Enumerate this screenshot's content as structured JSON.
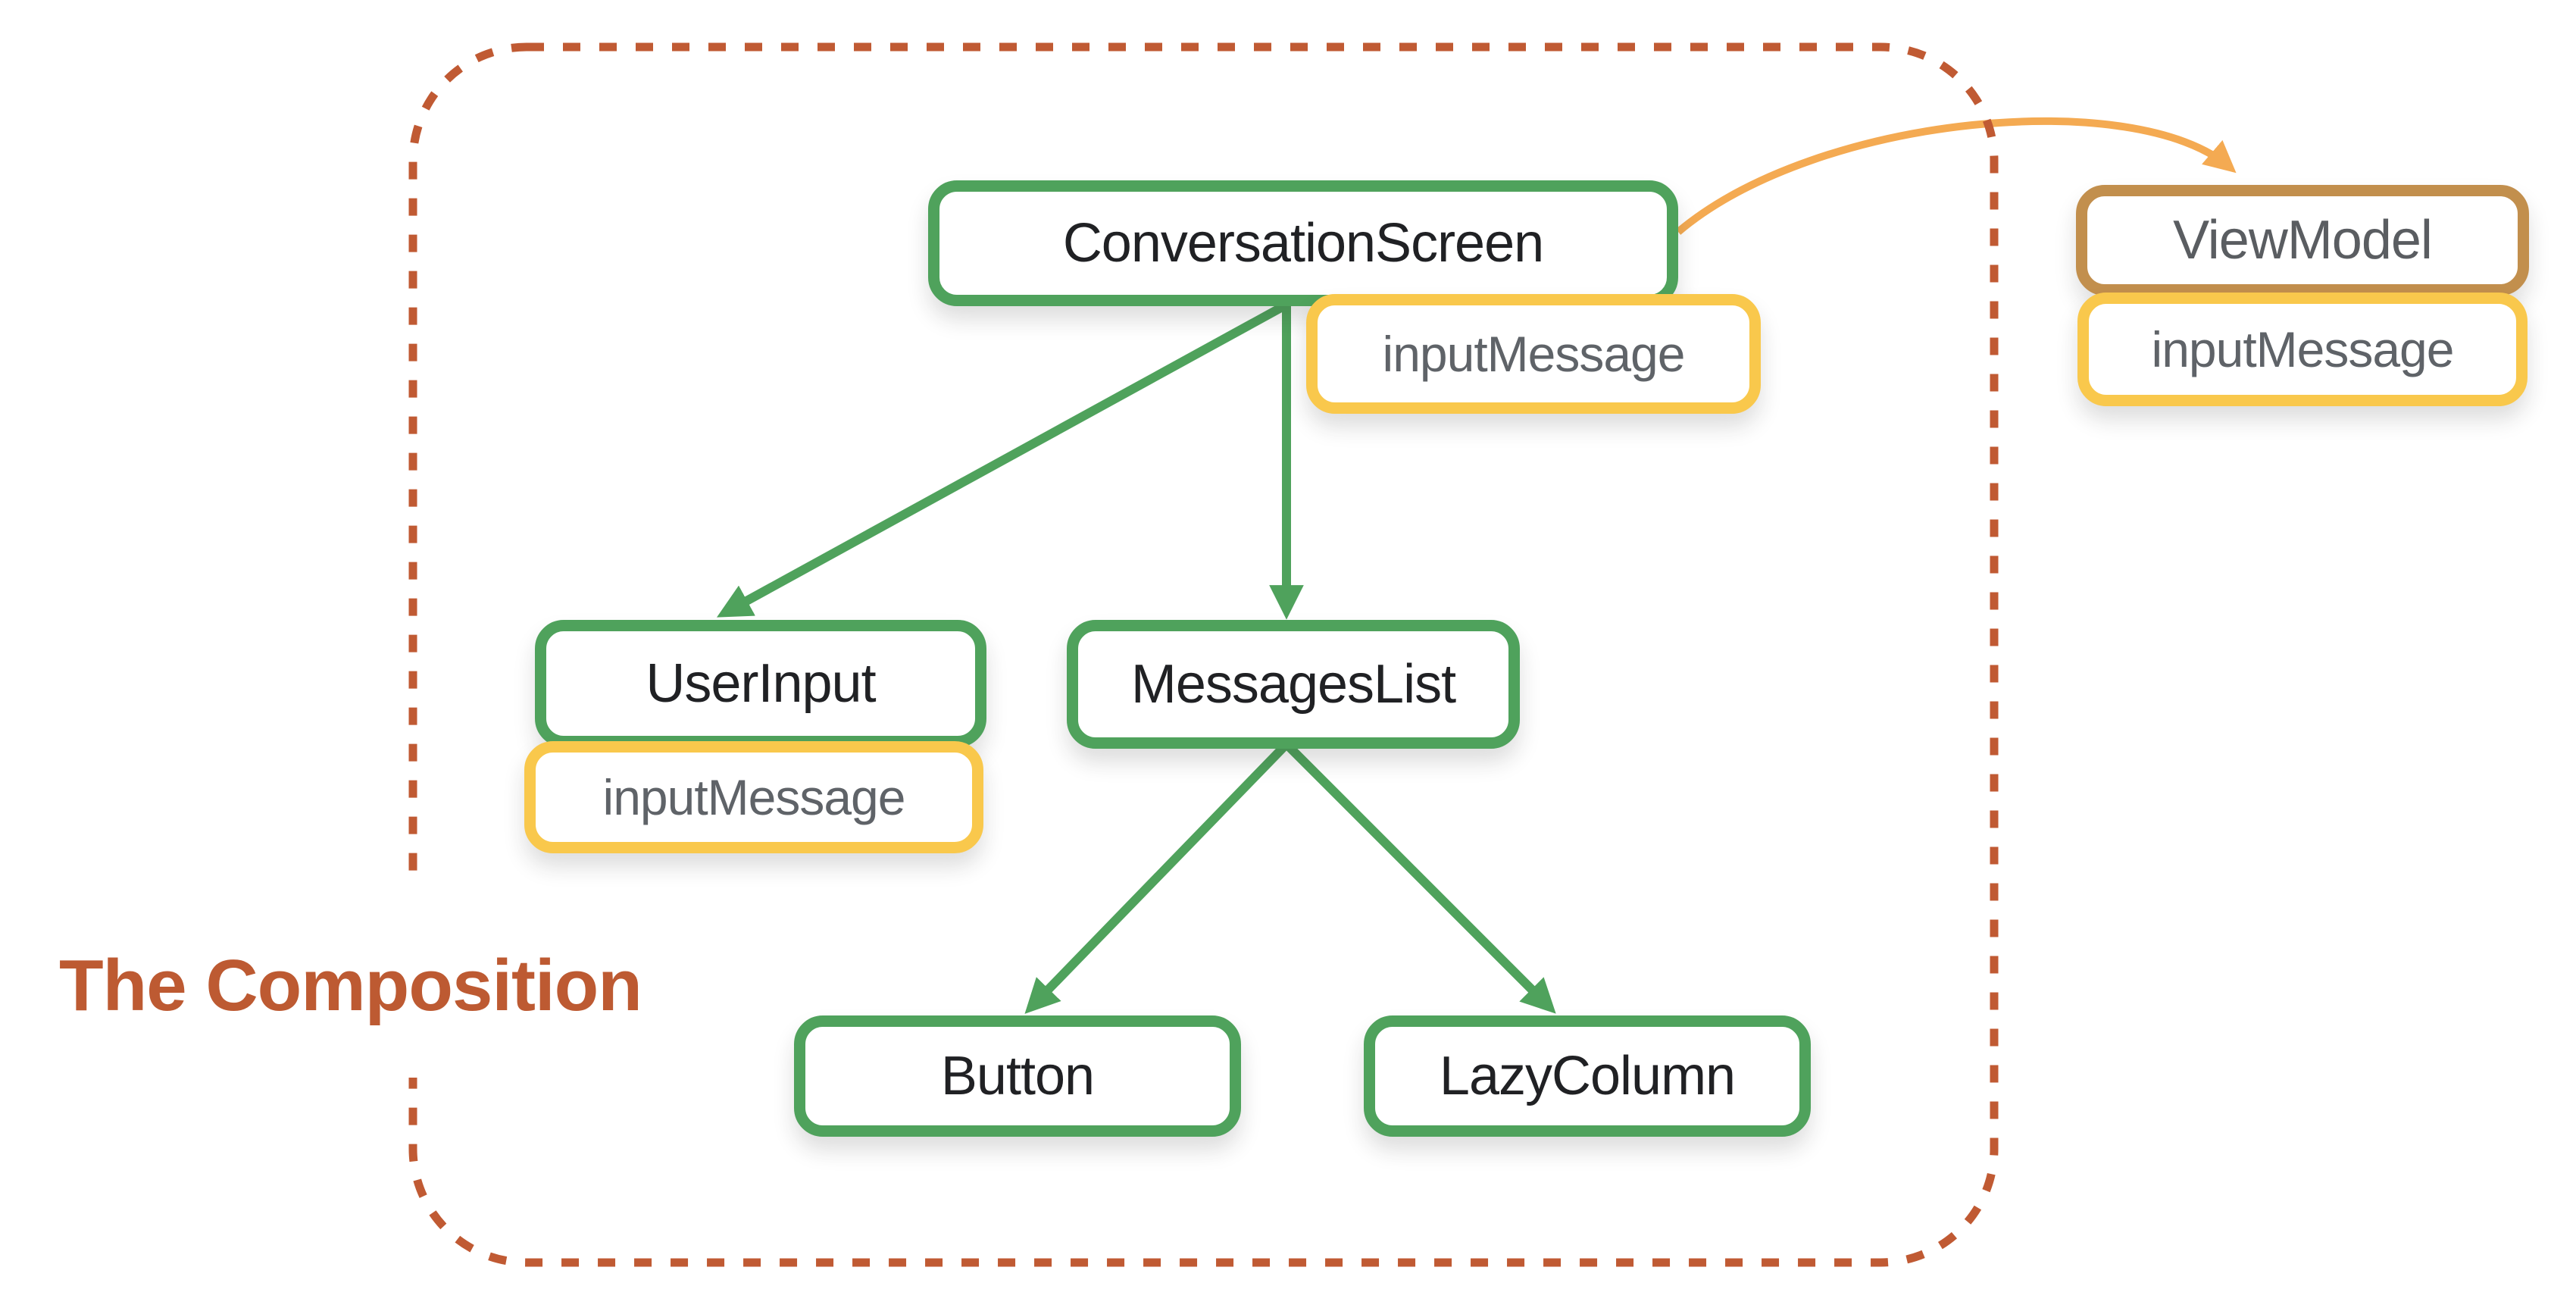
{
  "diagram": {
    "title": "The Composition",
    "nodes": {
      "conversation_screen": {
        "label": "ConversationScreen"
      },
      "user_input": {
        "label": "UserInput"
      },
      "messages_list": {
        "label": "MessagesList"
      },
      "button": {
        "label": "Button"
      },
      "lazy_column": {
        "label": "LazyColumn"
      },
      "view_model": {
        "label": "ViewModel"
      }
    },
    "state_label": "inputMessage",
    "edges": [
      {
        "from": "ConversationScreen",
        "to": "UserInput",
        "style": "green-straight-arrow"
      },
      {
        "from": "ConversationScreen",
        "to": "MessagesList",
        "style": "green-straight-arrow"
      },
      {
        "from": "MessagesList",
        "to": "Button",
        "style": "green-straight-arrow"
      },
      {
        "from": "MessagesList",
        "to": "LazyColumn",
        "style": "green-straight-arrow"
      },
      {
        "from": "ConversationScreen",
        "to": "ViewModel",
        "style": "orange-curved-arrow"
      }
    ],
    "boundary": {
      "label": "The Composition",
      "style": "dashed-rounded-rect"
    },
    "colors": {
      "component_border": "#4fa25c",
      "state_border": "#f9c84c",
      "viewmodel_border": "#c28f4d",
      "green_edge": "#4fa25c",
      "orange_edge": "#f4aa52",
      "boundary_dash": "#c05a33",
      "title_text": "#bd5a32",
      "component_text": "#202124",
      "state_text": "#5f6368",
      "background": "#ffffff"
    }
  }
}
